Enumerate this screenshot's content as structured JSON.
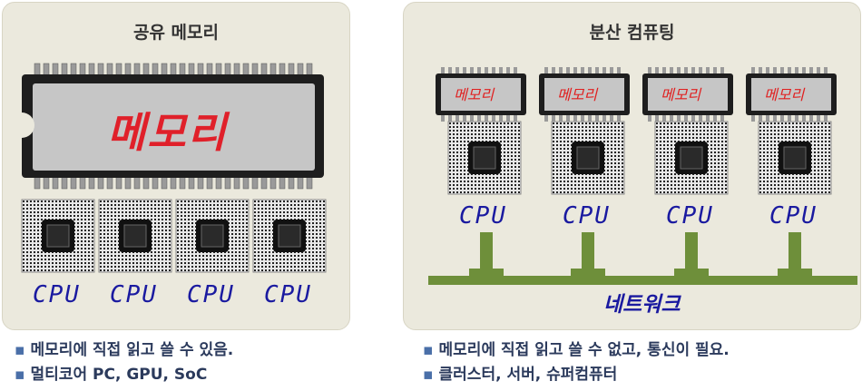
{
  "left": {
    "title": "공유 메모리",
    "memory_label": "메모리",
    "cpu_labels": [
      "CPU",
      "CPU",
      "CPU",
      "CPU"
    ],
    "bullets": [
      "메모리에 직접 읽고 쓸 수 있음.",
      "멀티코어 PC, GPU, SoC"
    ]
  },
  "right": {
    "title": "분산 컴퓨팅",
    "memory_labels": [
      "메모리",
      "메모리",
      "메모리",
      "메모리"
    ],
    "cpu_labels": [
      "CPU",
      "CPU",
      "CPU",
      "CPU"
    ],
    "network_label": "네트워크",
    "bullets": [
      "메모리에 직접 읽고 쓸 수 없고, 통신이 필요.",
      "클러스터, 서버, 슈퍼컴퓨터"
    ]
  },
  "colors": {
    "panel": "#ebe9dd",
    "memory_red": "#e0202a",
    "cpu_blue": "#1a1aa0",
    "network_green": "#6e8f3a",
    "bullet_text": "#2b3a5c"
  }
}
